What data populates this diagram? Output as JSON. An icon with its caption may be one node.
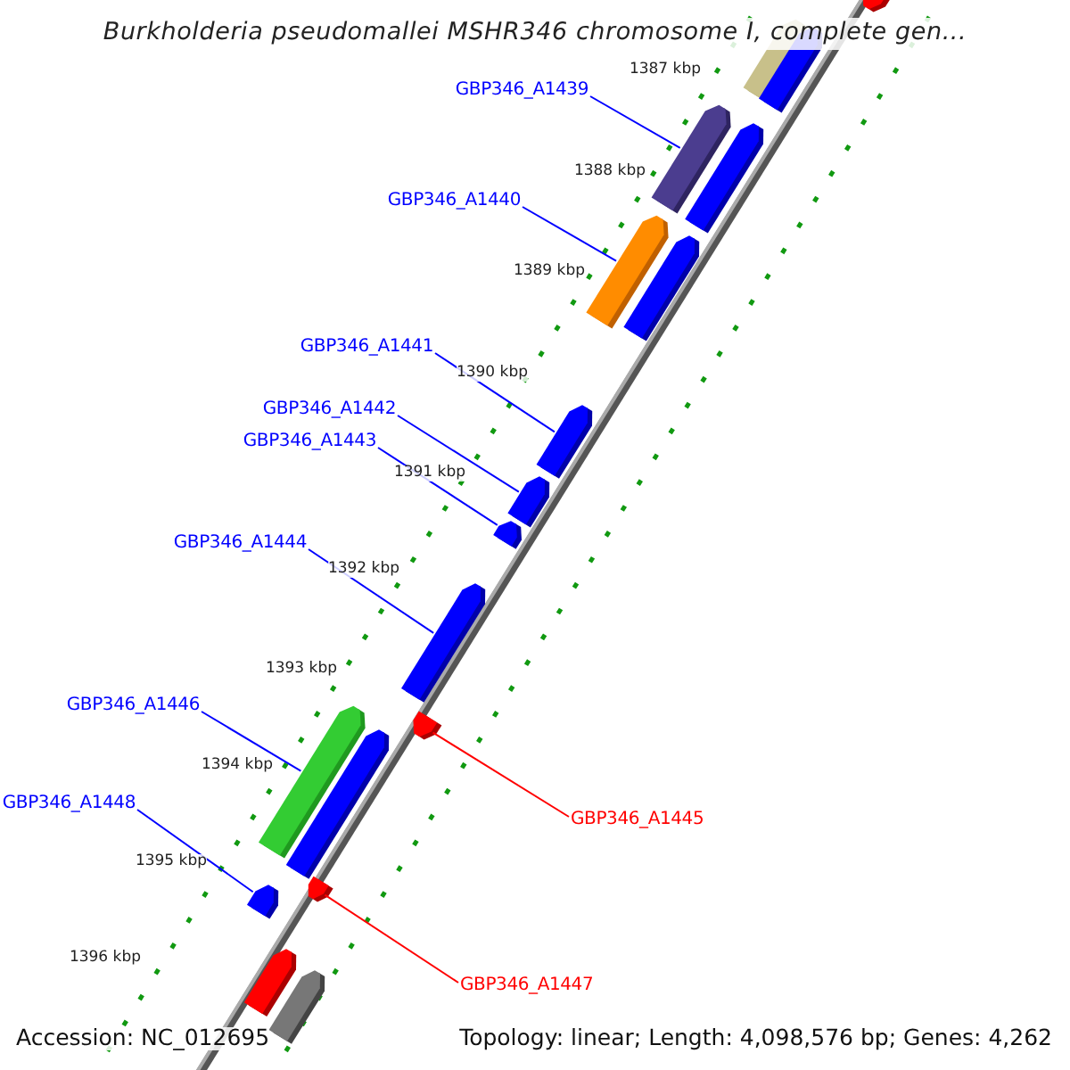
{
  "diagram": {
    "title": "Burkholderia pseudomallei MSHR346 chromosome I, complete gen...",
    "nodes": [
      {
        "text": [
          "GBP346_A1439"
        ]
      },
      {
        "text": [
          "GBP346_A1440"
        ]
      },
      {
        "text": [
          "GBP346_A1441"
        ]
      },
      {
        "text": [
          "GBP346_A1442"
        ]
      },
      {
        "text": [
          "GBP346_A1443"
        ]
      },
      {
        "text": [
          "GBP346_A1444"
        ]
      },
      {
        "text": [
          "GBP346_A1446"
        ]
      },
      {
        "text": [
          "GBP346_A1448"
        ]
      },
      {
        "text": [
          "GBP346_A1445"
        ]
      },
      {
        "text": [
          "GBP346_A1447"
        ]
      },
      {
        "text": [],
        "shape": "bar"
      },
      {
        "text": [],
        "shape": "bar"
      },
      {
        "text": [],
        "shape": "bar"
      },
      {
        "text": [],
        "shape": "bar"
      },
      {
        "text": [],
        "shape": "bar"
      },
      {
        "text": [],
        "shape": "bar"
      },
      {
        "text": [],
        "shape": "bar"
      },
      {
        "text": [],
        "shape": "bar"
      },
      {
        "text": [],
        "shape": "bar"
      },
      {
        "text": [],
        "shape": "bar"
      },
      {
        "text": [],
        "shape": "bar"
      },
      {
        "text": [],
        "shape": "bar"
      },
      {
        "text": [],
        "shape": "bar"
      },
      {
        "text": [],
        "shape": "bar"
      },
      {
        "text": [],
        "shape": "bar"
      },
      {
        "text": [],
        "shape": "bar"
      },
      {
        "text": [],
        "shape": "bar"
      },
      {
        "text": [],
        "shape": "bar"
      }
    ],
    "edges": [
      {
        "from": 0,
        "to": 13,
        "arrow": "none"
      },
      {
        "from": 1,
        "to": 15,
        "arrow": "none"
      },
      {
        "from": 2,
        "to": 17,
        "arrow": "none"
      },
      {
        "from": 3,
        "to": 18,
        "arrow": "none"
      },
      {
        "from": 4,
        "to": 19,
        "arrow": "none"
      },
      {
        "from": 5,
        "to": 20,
        "arrow": "none"
      },
      {
        "from": 6,
        "to": 22,
        "arrow": "none"
      },
      {
        "from": 7,
        "to": 24,
        "arrow": "none"
      },
      {
        "from": 8,
        "to": 21,
        "arrow": "none",
        "color": "#ff0000"
      },
      {
        "from": 9,
        "to": 25,
        "arrow": "none",
        "color": "#ff0000"
      }
    ],
    "labels": [
      "1387 kbp",
      "1388 kbp",
      "1389 kbp",
      "1390 kbp",
      "1391 kbp",
      "1392 kbp",
      "1393 kbp",
      "1394 kbp",
      "1395 kbp",
      "1396 kbp",
      "Accession: NC_012695",
      "Topology: linear; Length: 4,098,576 bp; Genes: 4,262"
    ]
  }
}
